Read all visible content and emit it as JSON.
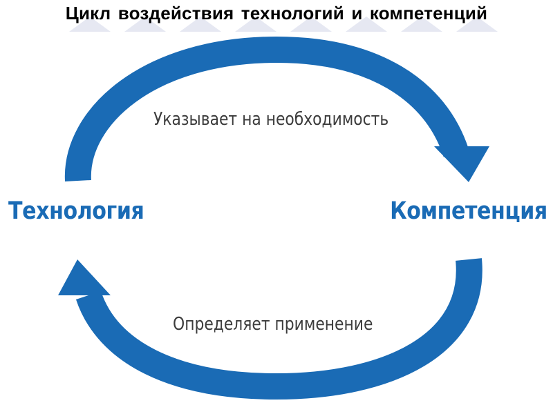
{
  "title": "Цикл воздействия технологий и компетенций",
  "colors": {
    "arrow": "#1a6bb5",
    "node_text": "#1a6bb5",
    "edge_text": "#3c3c3c",
    "watermark": "#e6e8f2"
  },
  "nodes": {
    "left": "Технология",
    "right": "Компетенция"
  },
  "edges": {
    "top": "Указывает на необходимость",
    "bottom": "Определяет применение"
  }
}
